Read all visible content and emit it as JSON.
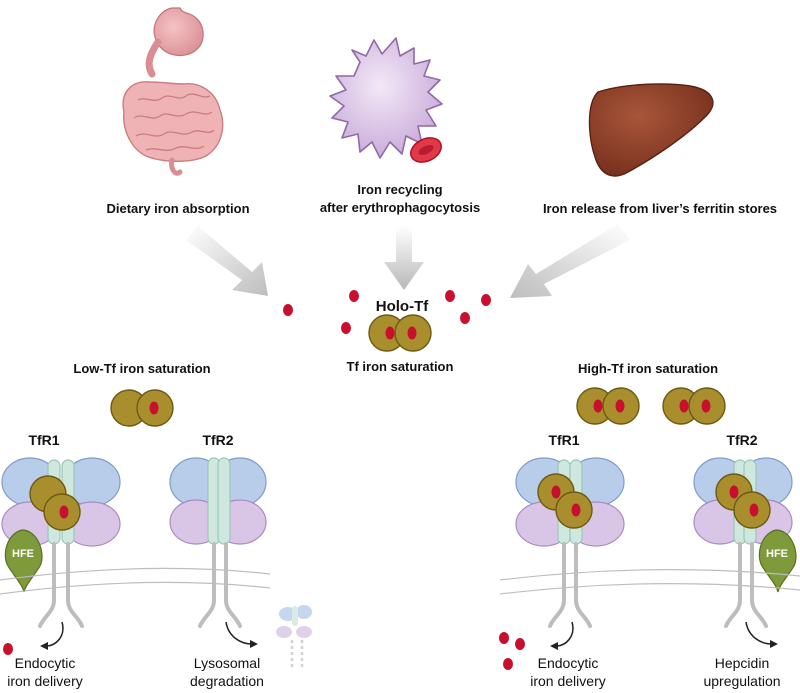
{
  "sources": {
    "diet": "Dietary iron absorption",
    "recycle_line1": "Iron recycling",
    "recycle_line2": "after erythrophagocytosis",
    "liver": "Iron release from liver’s ferritin stores"
  },
  "center": {
    "holo": "Holo-Tf",
    "saturation": "Tf iron saturation"
  },
  "left_panel": {
    "title": "Low-Tf iron saturation",
    "tfr1": "TfR1",
    "tfr2": "TfR2",
    "hfe": "HFE",
    "outcome1_line1": "Endocytic",
    "outcome1_line2": "iron delivery",
    "outcome2_line1": "Lysosomal",
    "outcome2_line2": "degradation"
  },
  "right_panel": {
    "title": "High-Tf iron saturation",
    "tfr1": "TfR1",
    "tfr2": "TfR2",
    "hfe": "HFE",
    "outcome1_line1": "Endocytic",
    "outcome1_line2": "iron delivery",
    "outcome2_line1": "Hepcidin",
    "outcome2_line2": "upregulation"
  },
  "colors": {
    "transferrin": "#a98e2e",
    "transferrin_stroke": "#6d5a12",
    "iron": "#c8102e",
    "receptor_blue": "#b8cdea",
    "receptor_purple": "#d9c6e6",
    "receptor_green": "#cfe8df",
    "hfe": "#7e9a3a",
    "arrow_gray": "#c8c8c8"
  }
}
